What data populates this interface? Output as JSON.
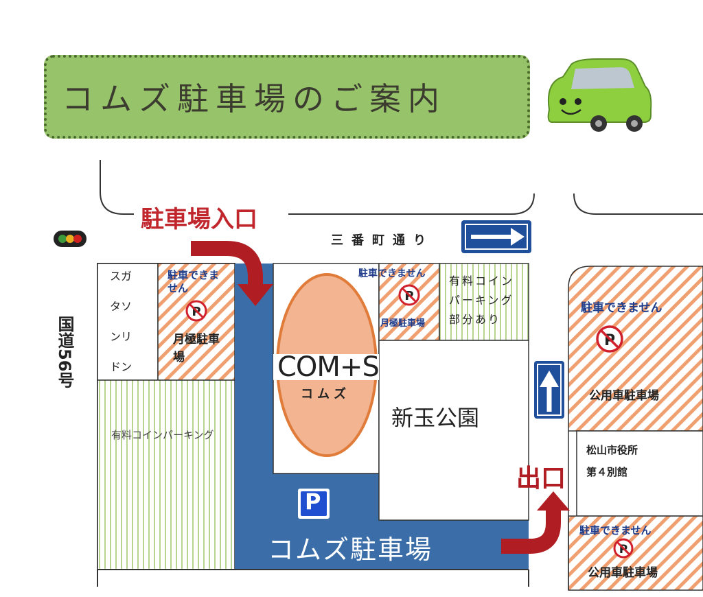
{
  "title": "コムズ駐車場のご案内",
  "road_name": "三番町通り",
  "route": "国道56号",
  "entrance_label": "駐車場入口",
  "exit_label": "出口",
  "lot_label": "コムズ駐車場",
  "parking_sign": "P",
  "shops": {
    "sugatasonrindon_cols": [
      "スガ",
      "タソ",
      "ンリ",
      "ドン"
    ]
  },
  "no_parking_text": "駐車できません",
  "monthly_parking": "月極駐車場",
  "coin_parking_top": [
    "有料コイン",
    "パーキング",
    "部分あり"
  ],
  "coin_parking_left": "有料コインパーキング",
  "coms_logo": "COM+S",
  "coms_kana": "コムズ",
  "park_name": "新玉公園",
  "public_parking": "公用車駐車場",
  "city_hall_annex": [
    "松山市役所",
    "第４別館"
  ],
  "colors": {
    "banner": "#97c46a",
    "lot_blue": "#3b6ea8",
    "arrow_red": "#b01e23",
    "oval_fill": "#f2b491",
    "oval_stroke": "#e07b39",
    "hatch_orange": "#f0a070",
    "stripe_green": "#9ac06b",
    "sign_blue": "#1f4f9a"
  },
  "icons": [
    "car-illustration-icon",
    "traffic-light-icon",
    "right-arrow-sign-icon",
    "up-arrow-sign-icon",
    "no-parking-icon",
    "parking-sign-icon"
  ]
}
